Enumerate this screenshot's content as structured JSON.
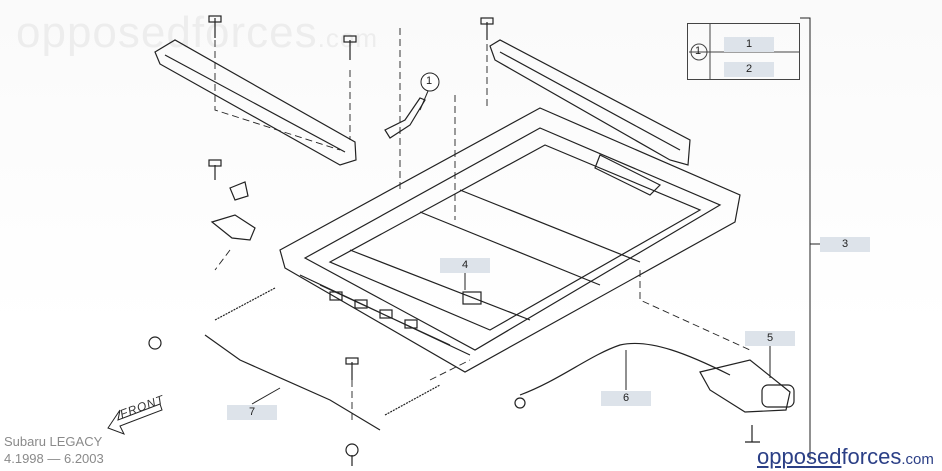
{
  "watermark": {
    "main": "opposedforces",
    "suffix": ".com"
  },
  "diagram": {
    "callouts": [
      "1",
      "2",
      "3",
      "4",
      "5",
      "6",
      "7"
    ],
    "circle_ref": "1",
    "front_label": "FRONT"
  },
  "footer": {
    "model": "Subaru LEGACY",
    "years": "4.1998 — 6.2003"
  },
  "logo": {
    "part1": "oppo",
    "part2": "sed",
    "part3": "forces",
    "part4": ".com"
  },
  "colors": {
    "callout_bg": "#dde3ea",
    "logo": "#2b3f86",
    "line": "#222222"
  }
}
